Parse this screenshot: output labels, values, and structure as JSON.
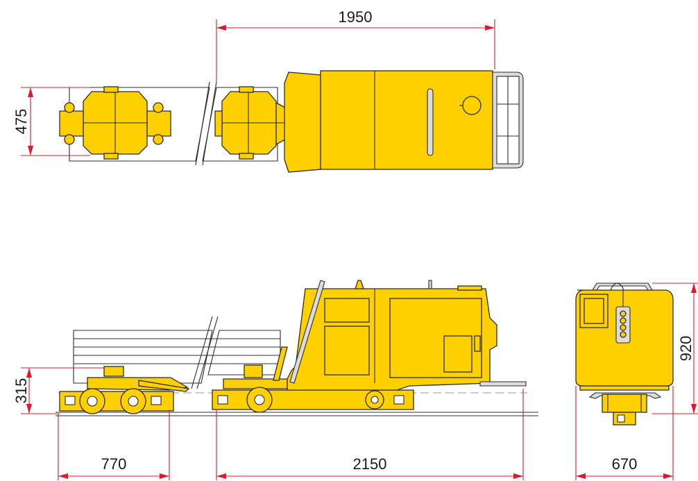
{
  "dimensions": {
    "top_length": "1950",
    "top_width": "475",
    "side_height": "315",
    "front_height": "920",
    "front_width": "670",
    "rear_unit_length": "770",
    "main_unit_length": "2150"
  },
  "colors": {
    "machine_yellow": "#ffd000",
    "dimension_red": "#e0182b",
    "outline": "#2b2b2b"
  }
}
